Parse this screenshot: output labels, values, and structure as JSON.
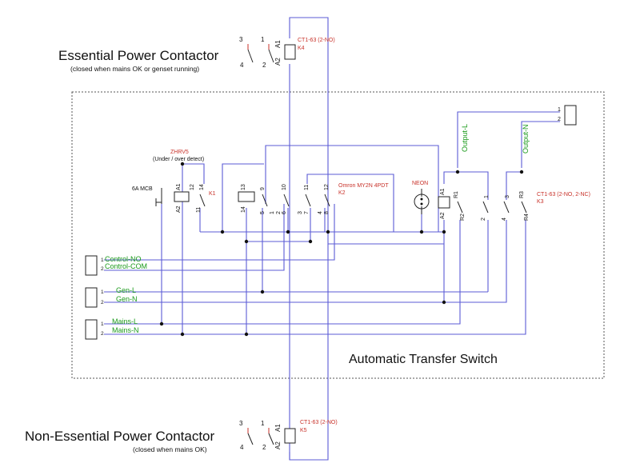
{
  "titles": {
    "essential": "Essential Power Contactor",
    "essential_note": "(closed when mains OK or genset running)",
    "non_essential": "Non-Essential Power Contactor",
    "non_essential_note": "(closed when mains OK)",
    "ats": "Automatic Transfer Switch"
  },
  "components": {
    "k4_model": "CT1-63 (2-NO)",
    "k4_ref": "K4",
    "k5_model": "CT1-63 (2-NO)",
    "k5_ref": "K5",
    "k1_model": "ZHRV5",
    "k1_note": "(Under / over detect)",
    "k1_ref": "K1",
    "k2_model": "Omron MY2N 4PDT",
    "k2_ref": "K2",
    "k3_model": "CT1-63 (2-NO, 2-NC)",
    "k3_ref": "K3",
    "neon": "NEON",
    "mcb": "6A MCB"
  },
  "terminals": {
    "control_no": "Control-NO",
    "control_com": "Control-COM",
    "gen_l": "Gen-L",
    "gen_n": "Gen-N",
    "mains_l": "Mains-L",
    "mains_n": "Mains-N",
    "output_l": "Output-L",
    "output_n": "Output-N"
  },
  "pins": {
    "one": "1",
    "two": "2",
    "three": "3",
    "four": "4",
    "five": "5",
    "six": "6",
    "seven": "7",
    "eight": "8",
    "nine": "9",
    "ten": "10",
    "eleven": "11",
    "twelve": "12",
    "thirteen": "13",
    "fourteen": "14",
    "a1": "A1",
    "a2": "A2",
    "r1": "R1",
    "r2": "R2",
    "r3": "R3",
    "r4": "R4"
  },
  "colors": {
    "wire": "#5b5bd6",
    "label_red": "#c8322a",
    "label_green": "#1a9a1a",
    "text": "#111111"
  }
}
